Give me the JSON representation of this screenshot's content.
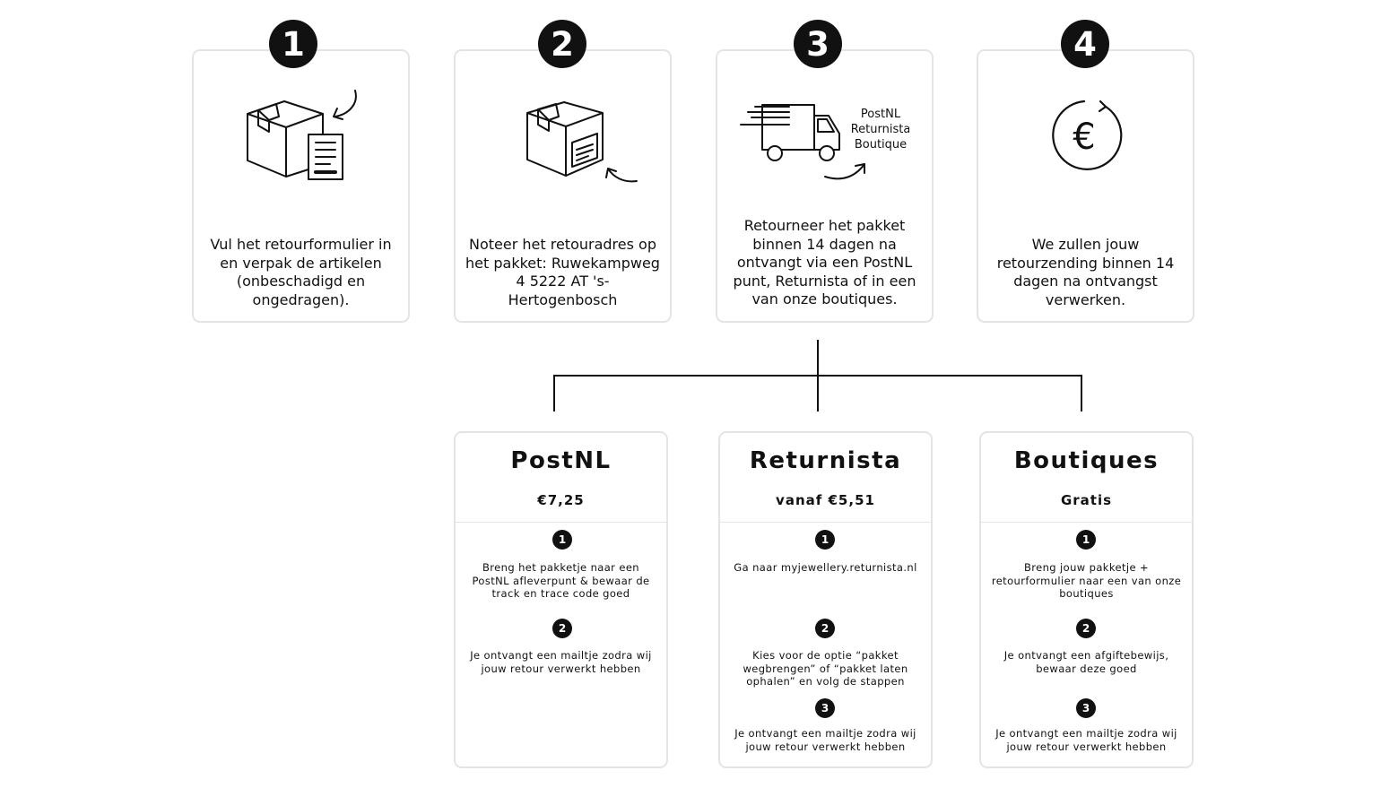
{
  "steps": [
    {
      "number": "1",
      "text": "Vul het retourformulier in en verpak de artikelen (onbeschadigd en ongedragen).",
      "icon": "box-with-form-icon"
    },
    {
      "number": "2",
      "text": "Noteer het retouradres op het pakket: Ruwekampweg 4 5222 AT 's-Hertogenbosch",
      "icon": "labeled-box-icon"
    },
    {
      "number": "3",
      "text": "Retourneer het pakket binnen 14 dagen na ontvangt via een PostNL punt, Returnista of in een van onze boutiques.",
      "icon": "delivery-truck-icon",
      "icon_label": [
        "PostNL",
        "Returnista",
        "Boutique"
      ]
    },
    {
      "number": "4",
      "text": "We zullen jouw retourzending binnen 14 dagen na ontvangst verwerken.",
      "icon": "euro-refund-icon"
    }
  ],
  "options": [
    {
      "title": "PostNL",
      "price": "€7,25",
      "steps": [
        {
          "number": "1",
          "text": "Breng het pakketje naar een PostNL afleverpunt & bewaar de track en trace code goed"
        },
        {
          "number": "2",
          "text": "Je ontvangt een mailtje zodra wij jouw retour verwerkt hebben"
        }
      ]
    },
    {
      "title": "Returnista",
      "price": "vanaf €5,51",
      "steps": [
        {
          "number": "1",
          "text": "Ga naar myjewellery.returnista.nl"
        },
        {
          "number": "2",
          "text": "Kies voor de optie “pakket wegbrengen” of “pakket laten ophalen” en volg de stappen"
        },
        {
          "number": "3",
          "text": "Je ontvangt een mailtje zodra wij jouw retour verwerkt hebben"
        }
      ]
    },
    {
      "title": "Boutiques",
      "price": "Gratis",
      "steps": [
        {
          "number": "1",
          "text": "Breng jouw pakketje + retourformulier naar een van onze boutiques"
        },
        {
          "number": "2",
          "text": "Je ontvangt een afgiftebewijs, bewaar deze goed"
        },
        {
          "number": "3",
          "text": "Je ontvangt een mailtje zodra wij jouw retour verwerkt hebben"
        }
      ]
    }
  ],
  "colors": {
    "ink": "#111111",
    "border": "#e4e4e4",
    "background": "#ffffff"
  }
}
